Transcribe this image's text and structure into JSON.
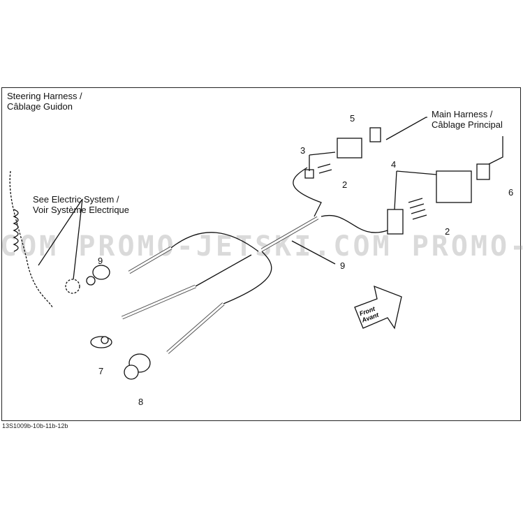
{
  "title": {
    "line1": "Steering Harness /",
    "line2": "Câblage Guidon"
  },
  "callouts": {
    "main_harness": {
      "line1": "Main Harness /",
      "line2": "Câblage Principal"
    },
    "electric_system": {
      "line1": "See Electric System /",
      "line2": "Voir Système Electrique"
    }
  },
  "part_numbers": {
    "p2a": "2",
    "p2b": "2",
    "p3": "3",
    "p4": "4",
    "p5": "5",
    "p6": "6",
    "p7": "7",
    "p8": "8",
    "p9a": "9",
    "p9b": "9"
  },
  "front_arrow": {
    "line1": "Front",
    "line2": "Avant"
  },
  "watermark": {
    "text": "COM PROMO-JETSKI.COM PROMO-JETSKI"
  },
  "diagram_code": "13S1009b-10b-11b-12b"
}
